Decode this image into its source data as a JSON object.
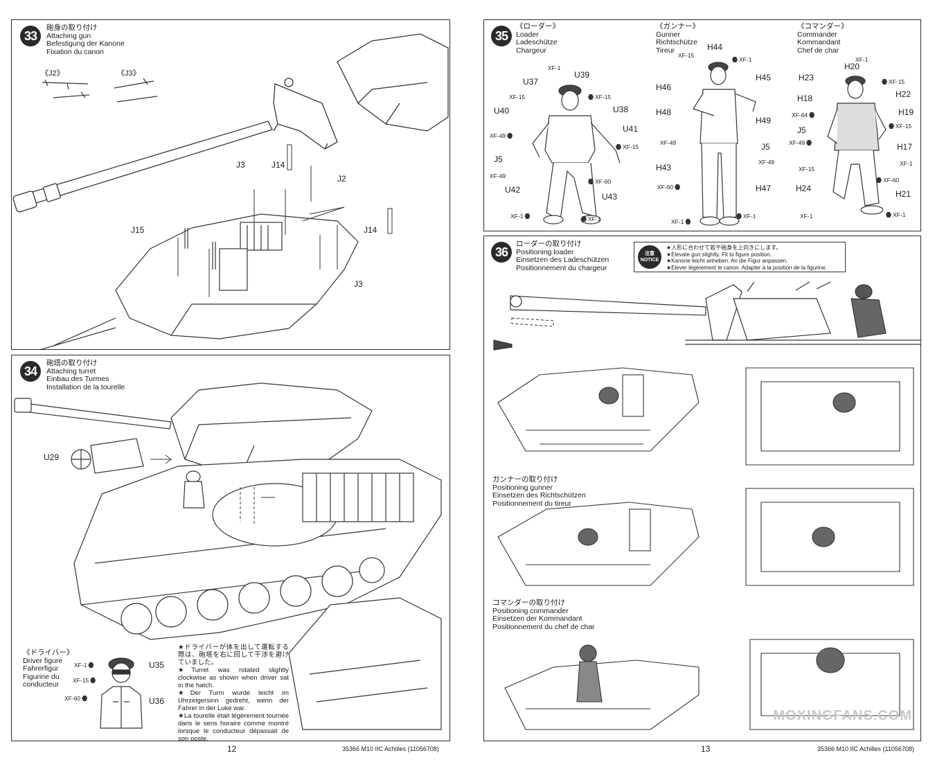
{
  "step33": {
    "number": "33",
    "title_jp": "砲身の取り付け",
    "title_en": "Attaching gun",
    "title_de": "Befestigung der Kanone",
    "title_fr": "Fixation du canon",
    "ref_j2": "《J2》",
    "ref_j3": "《J3》",
    "labels": {
      "j3_top": "J3",
      "j14_top": "J14",
      "j2": "J2",
      "j15": "J15",
      "j14_right": "J14",
      "j3_bottom": "J3"
    }
  },
  "step34": {
    "number": "34",
    "title_jp": "砲塔の取り付け",
    "title_en": "Attaching turret",
    "title_de": "Einbau des Turmes",
    "title_fr": "Installation de la tourelle",
    "u29": "U29",
    "driver": {
      "header": "《ドライバー》",
      "lines": [
        "Driver figure",
        "Fahrerfigur",
        "Figurine du",
        "conducteur"
      ],
      "paints": [
        "XF-1",
        "XF-15",
        "XF-60"
      ],
      "parts": [
        "U35",
        "U36"
      ]
    },
    "note_jp": "★ドライバーが体を出して運転する際は、砲塔を右に回して干渉を避けていました。",
    "note_en": "★Turret was rotated slightly clockwise as shown when driver sat in the hatch.",
    "note_de": "★Der Turm wurde leicht im Uhrzeigersinn gedreht, wenn der Fahrer in der Luke war.",
    "note_fr": "★La tourelle était légèrement tournée dans le sens horaire comme montré lorsque le conducteur dépassait de son poste."
  },
  "step35": {
    "number": "35",
    "loader": {
      "header": "《ローダー》",
      "names": [
        "Loader",
        "Ladeschütze",
        "Chargeur"
      ],
      "parts": [
        "U37",
        "U39",
        "U38",
        "U40",
        "U41",
        "J5",
        "U42",
        "U43"
      ],
      "paints": [
        "XF-1",
        "XF-15",
        "XF-15",
        "XF-49",
        "XF-15",
        "XF-49",
        "XF-60",
        "XF-1",
        "XF-1"
      ]
    },
    "gunner": {
      "header": "《ガンナー》",
      "names": [
        "Gunner",
        "Richtschütze",
        "Tireur"
      ],
      "parts": [
        "H44",
        "H45",
        "H46",
        "H48",
        "H49",
        "J5",
        "H43",
        "H47"
      ],
      "paints": [
        "XF-15",
        "XF-1",
        "XF-49",
        "XF-49",
        "XF-60",
        "XF-1",
        "XF-1"
      ]
    },
    "commander": {
      "header": "《コマンダー》",
      "names": [
        "Commander",
        "Kommandant",
        "Chef de char"
      ],
      "parts": [
        "H20",
        "H23",
        "H22",
        "H18",
        "H19",
        "J5",
        "H17",
        "H24",
        "H21"
      ],
      "paints": [
        "XF-1",
        "XF-15",
        "XF-64",
        "XF-15",
        "XF-49",
        "XF-15",
        "XF-1",
        "XF-60",
        "XF-1",
        "XF-1"
      ]
    }
  },
  "step36": {
    "number": "36",
    "title_jp": "ローダーの取り付け",
    "title_en": "Positioning loader",
    "title_de": "Einsetzen des Ladeschützen",
    "title_fr": "Positionnement du chargeur",
    "notice_badge": "注意 NOTICE",
    "notice_lines": [
      "★人形に合わせて若干砲身を上向きにします。",
      "★Elevate gun slightly. Fit to figure position.",
      "★Kanone leicht anheben. An die Figur anpassen.",
      "★Elever légèrement le canon. Adapter à la position de la figurine."
    ],
    "gunner_block": [
      "ガンナーの取り付け",
      "Positioning gunner",
      "Einsetzen des Richtschützen",
      "Positionnement du tireur"
    ],
    "commander_block": [
      "コマンダーの取り付け",
      "Positioning commander",
      "Einsetzen der Kommandant",
      "Positionnement du chef de char"
    ]
  },
  "footer": {
    "page_left": "12",
    "page_right": "13",
    "code_left": "35366  M10 IIC Achilles (11056708)",
    "code_right": "35366  M10 IIC Achilles (11056708)",
    "watermark": "MOXINGFANS.COM"
  }
}
